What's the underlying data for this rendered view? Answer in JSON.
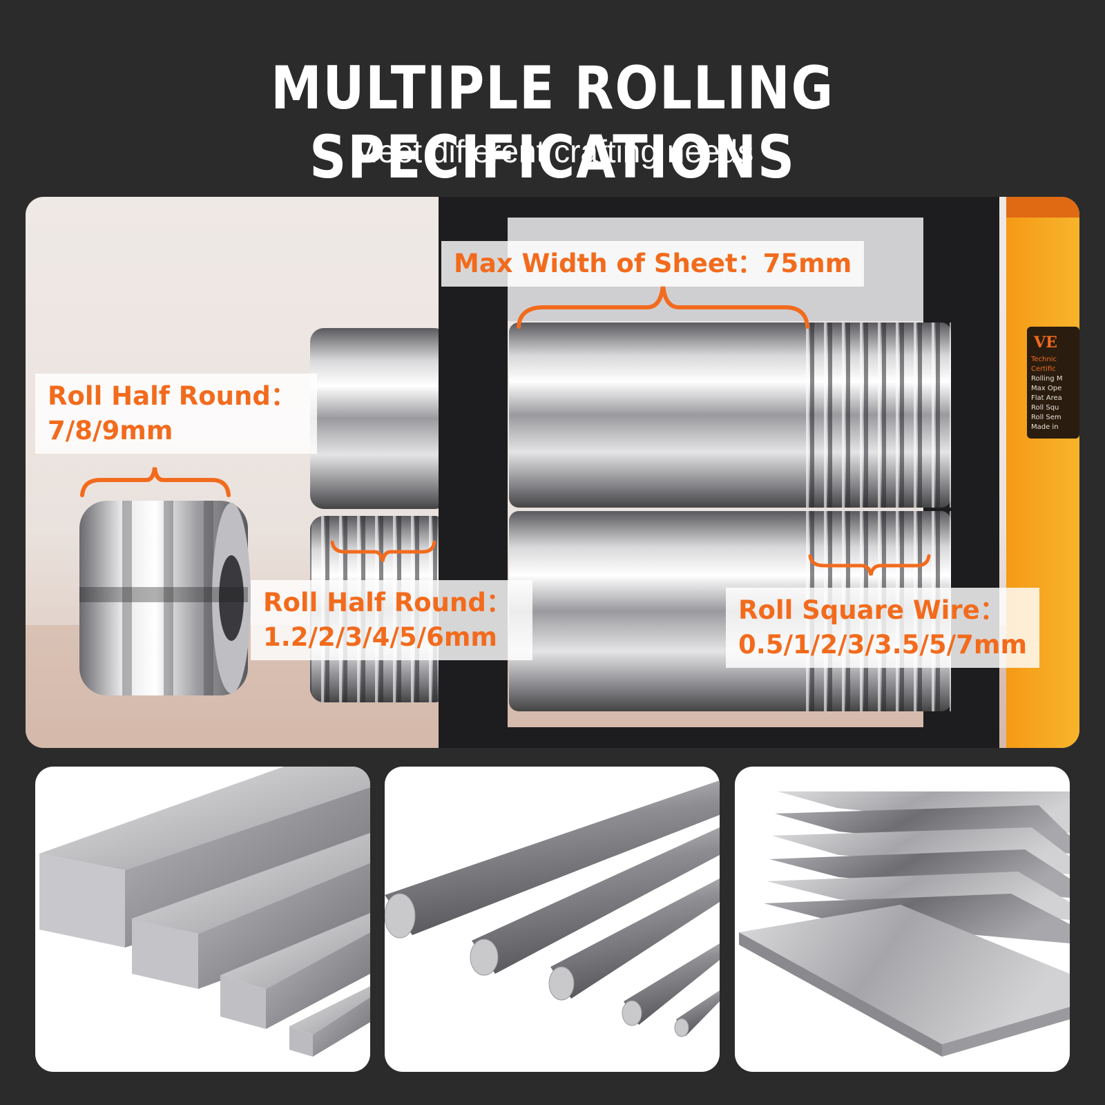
{
  "header": {
    "title": "MULTIPLE ROLLING SPECIFICATIONS",
    "subtitle": "Meet different crafting needs"
  },
  "hero": {
    "labels": {
      "max_width": "Max Width of Sheet：75mm",
      "half_round_large_line1": "Roll Half Round：",
      "half_round_large_line2": "7/8/9mm",
      "half_round_small_line1": "Roll Half Round：",
      "half_round_small_line2": "1.2/2/3/4/5/6mm",
      "square_wire_line1": "Roll Square Wire：",
      "square_wire_line2": "0.5/1/2/3/3.5/5/7mm"
    },
    "plate_brand": "VE",
    "plate_lines": [
      "Technic",
      "Certific",
      "Rolling M",
      "Max Ope",
      "Flat Area",
      "Roll Squ",
      "Roll Sem",
      "Made in"
    ]
  },
  "colors": {
    "accent": "#f26b1d",
    "background": "#2b2b2b",
    "machine_orange": "#f7a21b"
  },
  "panels": [
    {
      "name": "square-bars",
      "icon": "square-bar-stock-icon"
    },
    {
      "name": "round-rods",
      "icon": "round-rod-stock-icon"
    },
    {
      "name": "metal-sheets",
      "icon": "metal-sheet-stack-icon"
    }
  ]
}
